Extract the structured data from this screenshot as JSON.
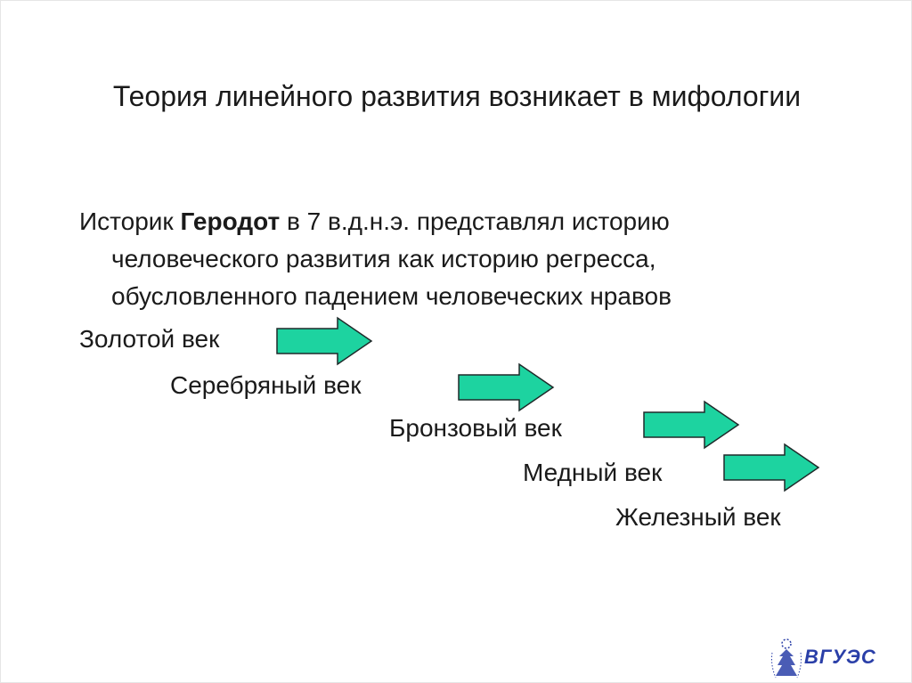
{
  "slide": {
    "title": "Теория линейного развития возникает в мифологии",
    "paragraph": {
      "line1_prefix": "Историк ",
      "line1_bold": "Геродот",
      "line1_suffix": " в 7 в.д.н.э. представлял историю",
      "line2": "человеческого развития как историю регресса,",
      "line3": "обусловленного падением человеческих нравов"
    },
    "ages": [
      "Золотой век",
      "Серебряный век",
      "Бронзовый век",
      "Медный век",
      "Железный век"
    ],
    "arrow_fill": "#1dd3a0",
    "arrow_stroke": "#1f2a2a"
  },
  "logo": {
    "text": "ВГУЭС",
    "color": "#2a3fa8"
  }
}
